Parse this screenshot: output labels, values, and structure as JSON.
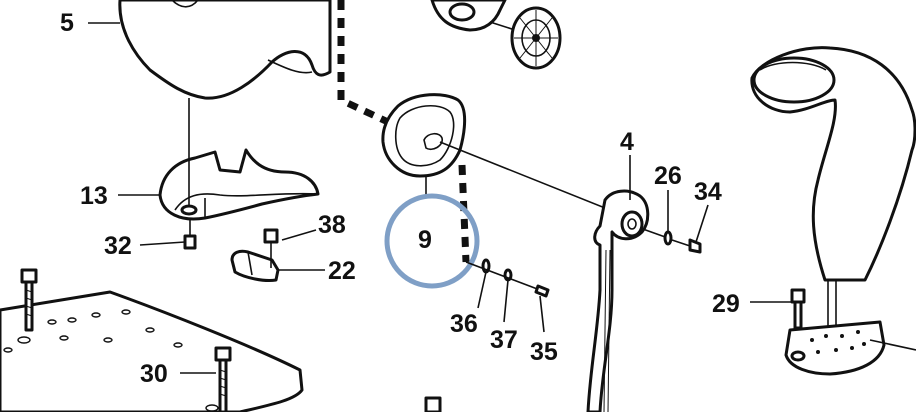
{
  "diagram": {
    "labels": {
      "p5": "5",
      "p13": "13",
      "p32": "32",
      "p38": "38",
      "p22": "22",
      "p30": "30",
      "p9": "9",
      "p4": "4",
      "p26": "26",
      "p34": "34",
      "p36": "36",
      "p37": "37",
      "p35": "35",
      "p29": "29"
    },
    "highlight_color": "#7f9fc6",
    "line_color": "#111111",
    "shade_color": "#d9d9d9"
  }
}
